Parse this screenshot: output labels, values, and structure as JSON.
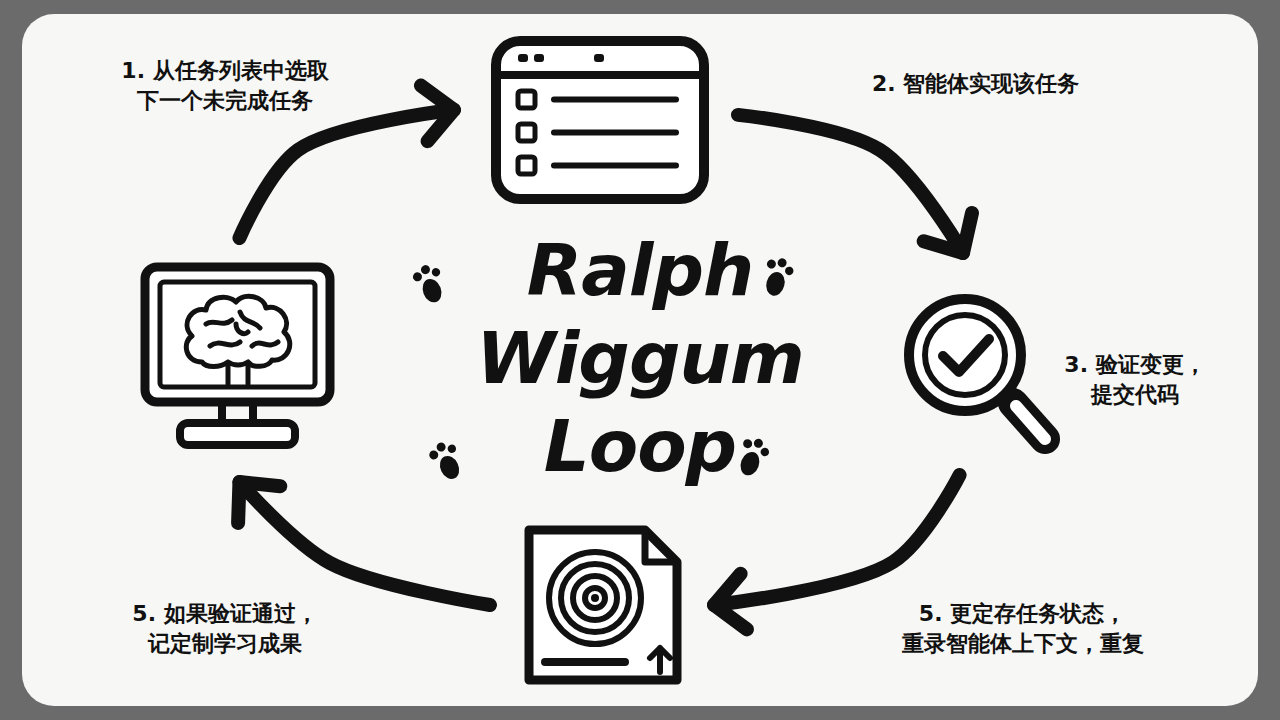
{
  "diagram": {
    "title": "Ralph Wiggum Loop",
    "nodes": [
      {
        "text": [
          "1. 从任务列表中选取 下一个未完成任务"
        ]
      },
      {
        "text": [
          "3. 验证变更， 提交代码"
        ]
      },
      {
        "text": [
          "5. 更定存任务状态， 重录智能体上下文，重复"
        ]
      },
      {
        "text": [
          "5. 如果验证通过， 记定制学习成果"
        ]
      }
    ],
    "edges": [
      {
        "from": 0,
        "to": 1,
        "label": "2. 智能体实现该任务",
        "arrow": "to"
      },
      {
        "from": 1,
        "to": 2,
        "arrow": "to"
      },
      {
        "from": 2,
        "to": 3,
        "arrow": "to"
      },
      {
        "from": 3,
        "to": 0,
        "arrow": "to"
      }
    ]
  }
}
